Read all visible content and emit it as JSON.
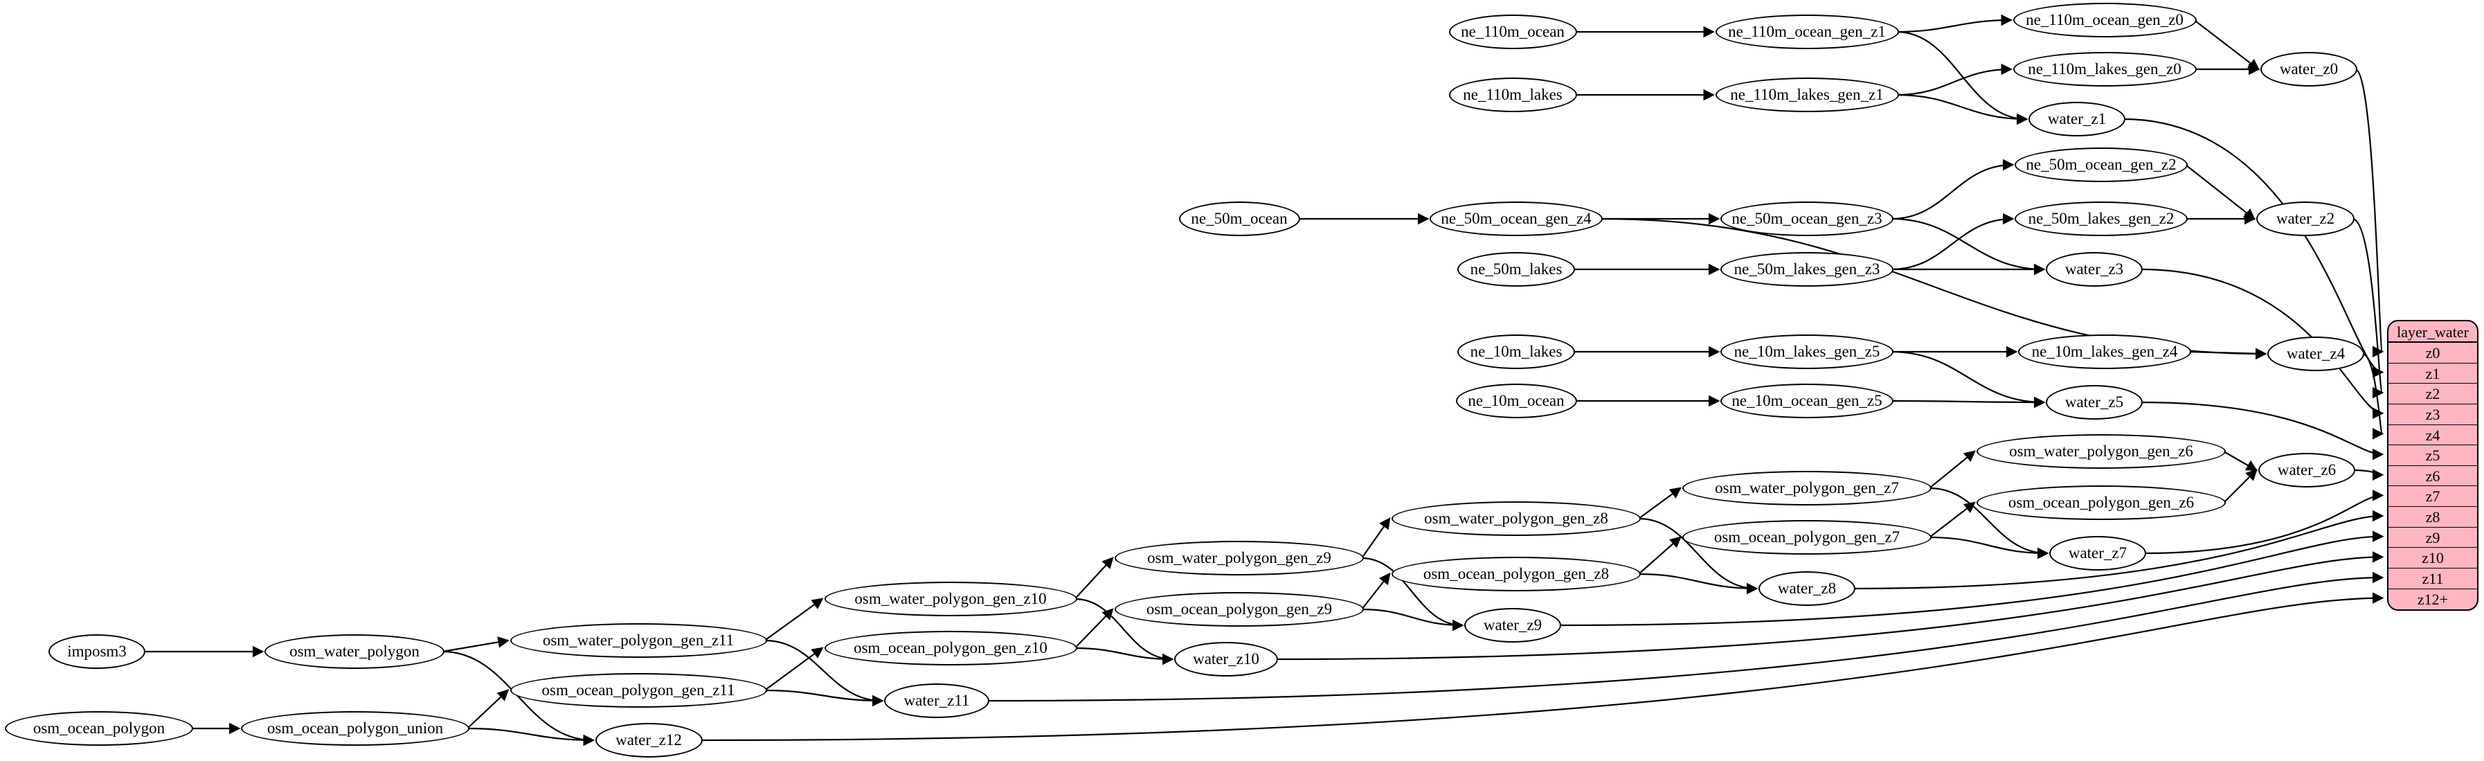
{
  "graph": {
    "nodes": [
      {
        "id": "imposm3",
        "label": "imposm3"
      },
      {
        "id": "osm_water_polygon",
        "label": "osm_water_polygon"
      },
      {
        "id": "osm_ocean_polygon",
        "label": "osm_ocean_polygon"
      },
      {
        "id": "osm_ocean_polygon_union",
        "label": "osm_ocean_polygon_union"
      },
      {
        "id": "osm_water_polygon_gen_z11",
        "label": "osm_water_polygon_gen_z11"
      },
      {
        "id": "osm_ocean_polygon_gen_z11",
        "label": "osm_ocean_polygon_gen_z11"
      },
      {
        "id": "osm_water_polygon_gen_z10",
        "label": "osm_water_polygon_gen_z10"
      },
      {
        "id": "osm_ocean_polygon_gen_z10",
        "label": "osm_ocean_polygon_gen_z10"
      },
      {
        "id": "osm_water_polygon_gen_z9",
        "label": "osm_water_polygon_gen_z9"
      },
      {
        "id": "osm_ocean_polygon_gen_z9",
        "label": "osm_ocean_polygon_gen_z9"
      },
      {
        "id": "osm_water_polygon_gen_z8",
        "label": "osm_water_polygon_gen_z8"
      },
      {
        "id": "osm_ocean_polygon_gen_z8",
        "label": "osm_ocean_polygon_gen_z8"
      },
      {
        "id": "osm_water_polygon_gen_z7",
        "label": "osm_water_polygon_gen_z7"
      },
      {
        "id": "osm_ocean_polygon_gen_z7",
        "label": "osm_ocean_polygon_gen_z7"
      },
      {
        "id": "osm_water_polygon_gen_z6",
        "label": "osm_water_polygon_gen_z6"
      },
      {
        "id": "osm_ocean_polygon_gen_z6",
        "label": "osm_ocean_polygon_gen_z6"
      },
      {
        "id": "ne_110m_ocean",
        "label": "ne_110m_ocean"
      },
      {
        "id": "ne_110m_ocean_gen_z1",
        "label": "ne_110m_ocean_gen_z1"
      },
      {
        "id": "ne_110m_ocean_gen_z0",
        "label": "ne_110m_ocean_gen_z0"
      },
      {
        "id": "ne_110m_lakes",
        "label": "ne_110m_lakes"
      },
      {
        "id": "ne_110m_lakes_gen_z1",
        "label": "ne_110m_lakes_gen_z1"
      },
      {
        "id": "ne_110m_lakes_gen_z0",
        "label": "ne_110m_lakes_gen_z0"
      },
      {
        "id": "ne_50m_ocean",
        "label": "ne_50m_ocean"
      },
      {
        "id": "ne_50m_ocean_gen_z4",
        "label": "ne_50m_ocean_gen_z4"
      },
      {
        "id": "ne_50m_ocean_gen_z3",
        "label": "ne_50m_ocean_gen_z3"
      },
      {
        "id": "ne_50m_ocean_gen_z2",
        "label": "ne_50m_ocean_gen_z2"
      },
      {
        "id": "ne_50m_lakes",
        "label": "ne_50m_lakes"
      },
      {
        "id": "ne_50m_lakes_gen_z3",
        "label": "ne_50m_lakes_gen_z3"
      },
      {
        "id": "ne_50m_lakes_gen_z2",
        "label": "ne_50m_lakes_gen_z2"
      },
      {
        "id": "ne_10m_lakes",
        "label": "ne_10m_lakes"
      },
      {
        "id": "ne_10m_lakes_gen_z5",
        "label": "ne_10m_lakes_gen_z5"
      },
      {
        "id": "ne_10m_lakes_gen_z4",
        "label": "ne_10m_lakes_gen_z4"
      },
      {
        "id": "ne_10m_ocean",
        "label": "ne_10m_ocean"
      },
      {
        "id": "ne_10m_ocean_gen_z5",
        "label": "ne_10m_ocean_gen_z5"
      },
      {
        "id": "water_z0",
        "label": "water_z0"
      },
      {
        "id": "water_z1",
        "label": "water_z1"
      },
      {
        "id": "water_z2",
        "label": "water_z2"
      },
      {
        "id": "water_z3",
        "label": "water_z3"
      },
      {
        "id": "water_z4",
        "label": "water_z4"
      },
      {
        "id": "water_z5",
        "label": "water_z5"
      },
      {
        "id": "water_z6",
        "label": "water_z6"
      },
      {
        "id": "water_z7",
        "label": "water_z7"
      },
      {
        "id": "water_z8",
        "label": "water_z8"
      },
      {
        "id": "water_z9",
        "label": "water_z9"
      },
      {
        "id": "water_z10",
        "label": "water_z10"
      },
      {
        "id": "water_z11",
        "label": "water_z11"
      },
      {
        "id": "water_z12",
        "label": "water_z12"
      }
    ],
    "edges": [
      {
        "from": "ne_110m_ocean",
        "to": "ne_110m_ocean_gen_z1"
      },
      {
        "from": "ne_110m_ocean_gen_z1",
        "to": "ne_110m_ocean_gen_z0"
      },
      {
        "from": "ne_110m_ocean_gen_z1",
        "to": "water_z1"
      },
      {
        "from": "ne_110m_ocean_gen_z0",
        "to": "water_z0"
      },
      {
        "from": "ne_110m_lakes",
        "to": "ne_110m_lakes_gen_z1"
      },
      {
        "from": "ne_110m_lakes_gen_z1",
        "to": "ne_110m_lakes_gen_z0"
      },
      {
        "from": "ne_110m_lakes_gen_z1",
        "to": "water_z1"
      },
      {
        "from": "ne_110m_lakes_gen_z0",
        "to": "water_z0"
      },
      {
        "from": "ne_50m_ocean",
        "to": "ne_50m_ocean_gen_z4"
      },
      {
        "from": "ne_50m_ocean_gen_z4",
        "to": "ne_50m_ocean_gen_z3"
      },
      {
        "from": "ne_50m_ocean_gen_z4",
        "to": "water_z4"
      },
      {
        "from": "ne_50m_ocean_gen_z3",
        "to": "ne_50m_ocean_gen_z2"
      },
      {
        "from": "ne_50m_ocean_gen_z3",
        "to": "water_z3"
      },
      {
        "from": "ne_50m_ocean_gen_z2",
        "to": "water_z2"
      },
      {
        "from": "ne_50m_lakes",
        "to": "ne_50m_lakes_gen_z3"
      },
      {
        "from": "ne_50m_lakes_gen_z3",
        "to": "ne_50m_lakes_gen_z2"
      },
      {
        "from": "ne_50m_lakes_gen_z3",
        "to": "water_z3"
      },
      {
        "from": "ne_50m_lakes_gen_z2",
        "to": "water_z2"
      },
      {
        "from": "ne_10m_lakes",
        "to": "ne_10m_lakes_gen_z5"
      },
      {
        "from": "ne_10m_lakes_gen_z5",
        "to": "ne_10m_lakes_gen_z4"
      },
      {
        "from": "ne_10m_lakes_gen_z5",
        "to": "water_z5"
      },
      {
        "from": "ne_10m_lakes_gen_z4",
        "to": "water_z4"
      },
      {
        "from": "ne_10m_ocean",
        "to": "ne_10m_ocean_gen_z5"
      },
      {
        "from": "ne_10m_ocean_gen_z5",
        "to": "water_z5"
      },
      {
        "from": "imposm3",
        "to": "osm_water_polygon"
      },
      {
        "from": "osm_water_polygon",
        "to": "osm_water_polygon_gen_z11"
      },
      {
        "from": "osm_water_polygon",
        "to": "water_z12"
      },
      {
        "from": "osm_water_polygon_gen_z11",
        "to": "osm_water_polygon_gen_z10"
      },
      {
        "from": "osm_water_polygon_gen_z11",
        "to": "water_z11"
      },
      {
        "from": "osm_water_polygon_gen_z10",
        "to": "osm_water_polygon_gen_z9"
      },
      {
        "from": "osm_water_polygon_gen_z10",
        "to": "water_z10"
      },
      {
        "from": "osm_water_polygon_gen_z9",
        "to": "osm_water_polygon_gen_z8"
      },
      {
        "from": "osm_water_polygon_gen_z9",
        "to": "water_z9"
      },
      {
        "from": "osm_water_polygon_gen_z8",
        "to": "osm_water_polygon_gen_z7"
      },
      {
        "from": "osm_water_polygon_gen_z8",
        "to": "water_z8"
      },
      {
        "from": "osm_water_polygon_gen_z7",
        "to": "osm_water_polygon_gen_z6"
      },
      {
        "from": "osm_water_polygon_gen_z7",
        "to": "water_z7"
      },
      {
        "from": "osm_water_polygon_gen_z6",
        "to": "water_z6"
      },
      {
        "from": "osm_ocean_polygon",
        "to": "osm_ocean_polygon_union"
      },
      {
        "from": "osm_ocean_polygon_union",
        "to": "osm_ocean_polygon_gen_z11"
      },
      {
        "from": "osm_ocean_polygon_union",
        "to": "water_z12"
      },
      {
        "from": "osm_ocean_polygon_gen_z11",
        "to": "osm_ocean_polygon_gen_z10"
      },
      {
        "from": "osm_ocean_polygon_gen_z11",
        "to": "water_z11"
      },
      {
        "from": "osm_ocean_polygon_gen_z10",
        "to": "osm_ocean_polygon_gen_z9"
      },
      {
        "from": "osm_ocean_polygon_gen_z10",
        "to": "water_z10"
      },
      {
        "from": "osm_ocean_polygon_gen_z9",
        "to": "osm_ocean_polygon_gen_z8"
      },
      {
        "from": "osm_ocean_polygon_gen_z9",
        "to": "water_z9"
      },
      {
        "from": "osm_ocean_polygon_gen_z8",
        "to": "osm_ocean_polygon_gen_z7"
      },
      {
        "from": "osm_ocean_polygon_gen_z8",
        "to": "water_z8"
      },
      {
        "from": "osm_ocean_polygon_gen_z7",
        "to": "osm_ocean_polygon_gen_z6"
      },
      {
        "from": "osm_ocean_polygon_gen_z7",
        "to": "water_z7"
      },
      {
        "from": "osm_ocean_polygon_gen_z6",
        "to": "water_z6"
      },
      {
        "from": "water_z0",
        "to": "layer_water",
        "row": "z0"
      },
      {
        "from": "water_z1",
        "to": "layer_water",
        "row": "z1"
      },
      {
        "from": "water_z2",
        "to": "layer_water",
        "row": "z2"
      },
      {
        "from": "water_z3",
        "to": "layer_water",
        "row": "z3"
      },
      {
        "from": "water_z4",
        "to": "layer_water",
        "row": "z4"
      },
      {
        "from": "water_z5",
        "to": "layer_water",
        "row": "z5"
      },
      {
        "from": "water_z6",
        "to": "layer_water",
        "row": "z6"
      },
      {
        "from": "water_z7",
        "to": "layer_water",
        "row": "z7"
      },
      {
        "from": "water_z8",
        "to": "layer_water",
        "row": "z8"
      },
      {
        "from": "water_z9",
        "to": "layer_water",
        "row": "z9"
      },
      {
        "from": "water_z10",
        "to": "layer_water",
        "row": "z10"
      },
      {
        "from": "water_z11",
        "to": "layer_water",
        "row": "z11"
      },
      {
        "from": "water_z12",
        "to": "layer_water",
        "row": "z12+"
      }
    ],
    "table": {
      "id": "layer_water",
      "title": "layer_water",
      "rows": [
        "z0",
        "z1",
        "z2",
        "z3",
        "z4",
        "z5",
        "z6",
        "z7",
        "z8",
        "z9",
        "z10",
        "z11",
        "z12+"
      ]
    }
  },
  "colors": {
    "background": "#ffffff",
    "node_fill": "#ffffff",
    "node_stroke": "#000000",
    "edge": "#000000",
    "table_fill": "#ffb6c1",
    "table_stroke": "#000000"
  }
}
